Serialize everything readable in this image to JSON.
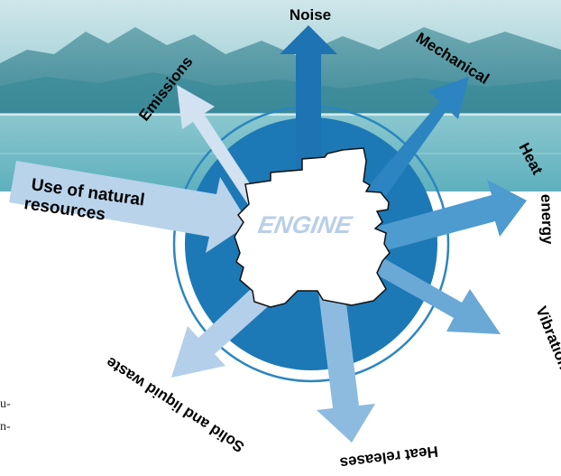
{
  "diagram": {
    "center_label": "ENGINE",
    "input_label_line1": "Use of natural",
    "input_label_line2": "resources",
    "outputs": {
      "noise": "Noise",
      "mechanical": "Mechanical",
      "emissions": "Emissions",
      "heat_energy_1": "Heat",
      "heat_energy_2": "energy",
      "vibrations": "Vibrations",
      "heat_releases": "Heat releases",
      "solid_liquid_waste": "Solid and liquid waste"
    }
  },
  "margin_text": {
    "frag1": "u-",
    "frag2": "n-"
  },
  "colors": {
    "background_photo": "#7fb9c4",
    "circle": "#1c79b6",
    "ring": "#2a86c0",
    "input_arrow": "#b9d3ea",
    "noise_arrow": "#1e73b2",
    "mechanical_arrow": "#2c84c0",
    "heat_energy_arrow": "#4d9bcf",
    "vibrations_arrow": "#6aa8d6",
    "heat_releases_arrow": "#8dbbe0",
    "waste_arrow": "#b4cfe9",
    "emissions_arrow": "#d2e2f1",
    "engine_fill": "#ffffff"
  }
}
